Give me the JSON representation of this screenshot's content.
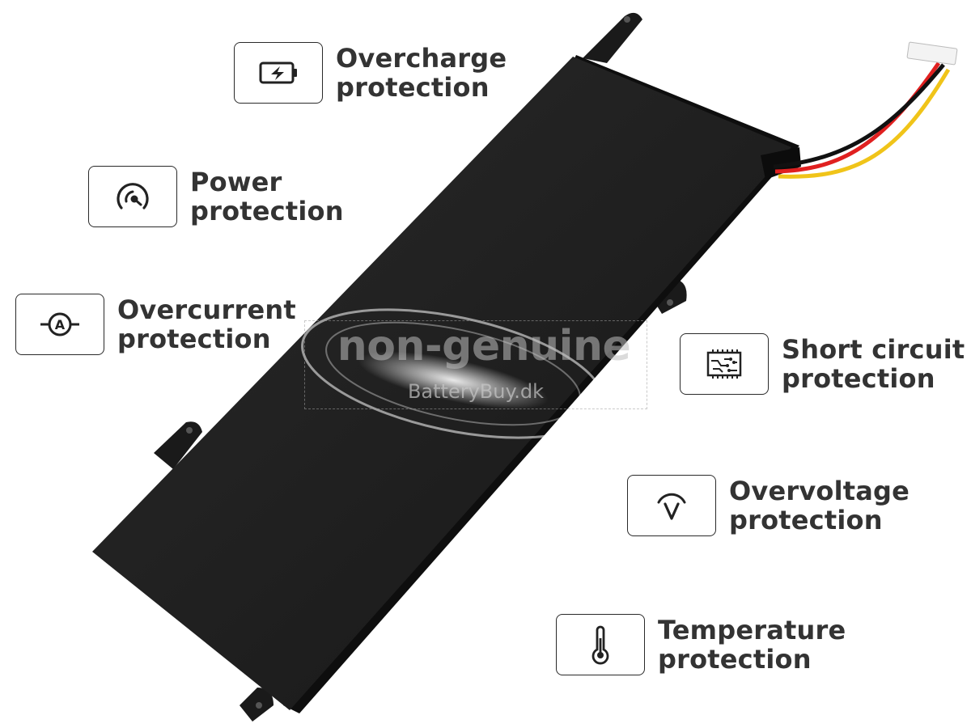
{
  "features": [
    {
      "id": "overcharge",
      "icon": "battery-charge-icon",
      "line1": "Overcharge",
      "line2": "protection"
    },
    {
      "id": "power",
      "icon": "gauge-icon",
      "line1": "Power",
      "line2": "protection"
    },
    {
      "id": "overcurrent",
      "icon": "ammeter-icon",
      "line1": "Overcurrent",
      "line2": "protection"
    },
    {
      "id": "short_circuit",
      "icon": "circuit-board-icon",
      "line1": "Short circuit",
      "line2": "protection"
    },
    {
      "id": "overvoltage",
      "icon": "voltage-icon",
      "line1": "Overvoltage",
      "line2": "protection"
    },
    {
      "id": "temperature",
      "icon": "thermometer-icon",
      "line1": "Temperature",
      "line2": "protection"
    }
  ],
  "watermark": {
    "main": "non-genuine",
    "sub": "BatteryBuy.dk"
  },
  "colors": {
    "battery_body": "#1c1c1c",
    "text": "#333333",
    "wire_red": "#e02020",
    "wire_yellow": "#f0c419",
    "wire_black": "#111111"
  }
}
